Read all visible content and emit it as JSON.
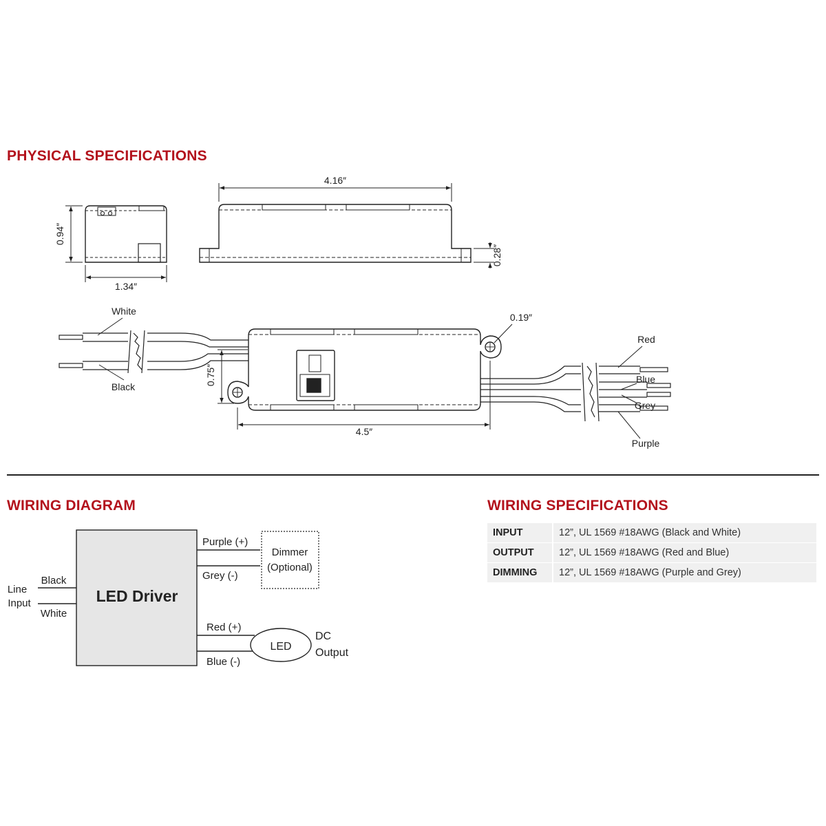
{
  "physical": {
    "title": "PHYSICAL SPECIFICATIONS",
    "dim_height": "0.94″",
    "dim_width": "1.34″",
    "dim_length": "4.16″",
    "dim_tab": "0.28″",
    "dim_hole": "0.19″",
    "dim_body_height": "0.75″",
    "dim_body_length": "4.5″",
    "wire_white": "White",
    "wire_black": "Black",
    "wire_red": "Red",
    "wire_blue": "Blue",
    "wire_grey": "Grey",
    "wire_purple": "Purple"
  },
  "wiring_diagram": {
    "title": "WIRING DIAGRAM",
    "driver_label": "LED Driver",
    "line_input_1": "Line",
    "line_input_2": "Input",
    "black": "Black",
    "white": "White",
    "purple": "Purple (+)",
    "grey": "Grey (-)",
    "dimmer_1": "Dimmer",
    "dimmer_2": "(Optional)",
    "red": "Red (+)",
    "blue": "Blue (-)",
    "led": "LED",
    "dc_1": "DC",
    "dc_2": "Output"
  },
  "wiring_specs": {
    "title": "WIRING SPECIFICATIONS",
    "rows": [
      {
        "key": "INPUT",
        "value": "12”, UL 1569 #18AWG (Black and White)"
      },
      {
        "key": "OUTPUT",
        "value": "12”, UL 1569 #18AWG (Red and Blue)"
      },
      {
        "key": "DIMMING",
        "value": "12”, UL 1569 #18AWG (Purple and Grey)"
      }
    ]
  },
  "colors": {
    "heading": "#b3121c",
    "table_bg": "#f0f0f0"
  }
}
